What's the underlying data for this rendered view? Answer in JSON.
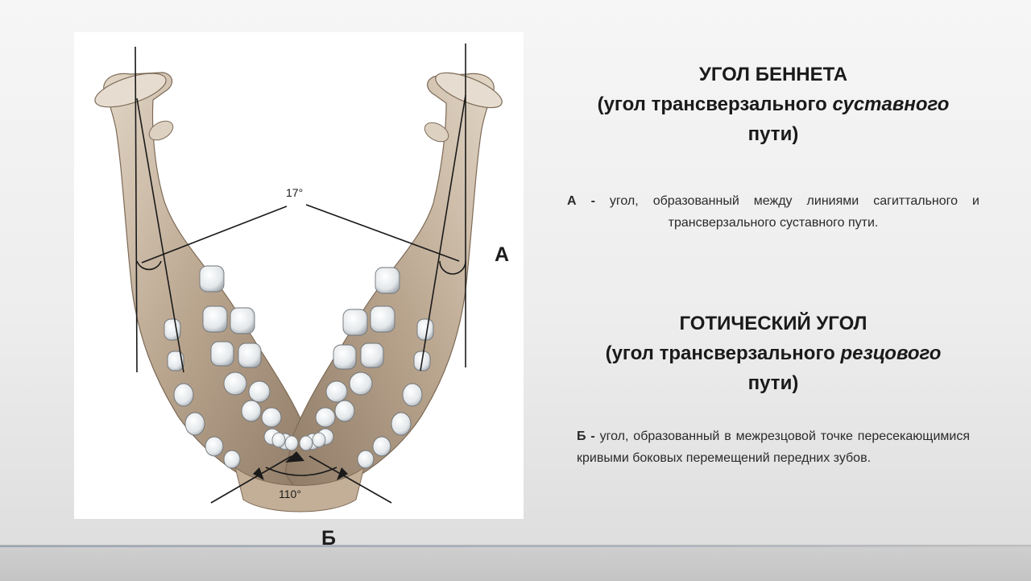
{
  "figure": {
    "angle_top": "17°",
    "angle_bottom": "110°",
    "label_a": "А",
    "label_b": "Б"
  },
  "bennett": {
    "title_line1": "УГОЛ БЕННЕТА",
    "title_line2_prefix": "(угол трансверзального ",
    "title_line2_italic": "суставного",
    "title_line3": "пути)",
    "marker": "А -",
    "description": " угол, образованный между линиями сагиттального и трансверзального суставного пути."
  },
  "gothic": {
    "title_line1": "ГОТИЧЕСКИЙ УГОЛ",
    "title_line2_prefix": "(угол трансверзального ",
    "title_line2_italic": "резцового",
    "title_line3": "пути)",
    "marker": "Б -",
    "description": " угол, образованный в межрезцовой точке пересекающимися кривыми боковых перемещений передних зубов."
  },
  "colors": {
    "bone": "#c9b7a2",
    "bone_dark": "#8e7a66",
    "tooth": "#eceff2",
    "line": "#1a1a1a"
  }
}
